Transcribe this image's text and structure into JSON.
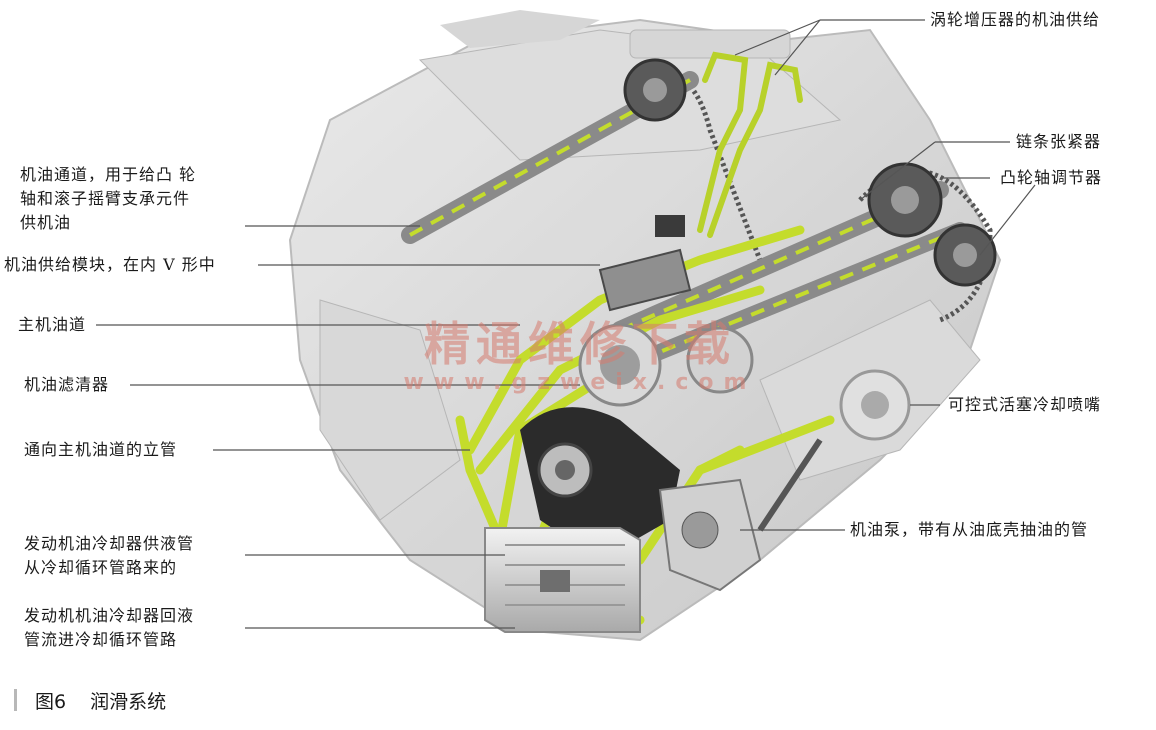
{
  "labels": {
    "turbo_oil_supply": "涡轮增压器的机油供给",
    "chain_tensioner": "链条张紧器",
    "camshaft_adjuster": "凸轮轴调节器",
    "oil_gallery_cam": "机油通道，用于给凸 轮\n轴和滚子摇臂支承元件\n供机油",
    "oil_supply_module": "机油供给模块，在内 V 形中",
    "main_oil_gallery": "主机油道",
    "oil_filter": "机油滤清器",
    "riser_pipe": "通向主机油道的立管",
    "piston_cooling_jet": "可控式活塞冷却喷嘴",
    "oil_pump": "机油泵，带有从油底壳抽油的管",
    "cooler_supply": "发动机油冷却器供液管\n从冷却循环管路来的",
    "cooler_return": "发动机机油冷却器回液\n管流进冷却循环管路"
  },
  "caption": {
    "figure_no": "图6",
    "title": "润滑系统"
  },
  "watermark": {
    "cn": "精通维修下载",
    "en": "www.gzweix.com"
  },
  "colors": {
    "oil_path": "#c4dc2c",
    "engine_gray": "#c9c9c9",
    "dark_part": "#2b2b2b",
    "watermark": "#d67a6e"
  }
}
